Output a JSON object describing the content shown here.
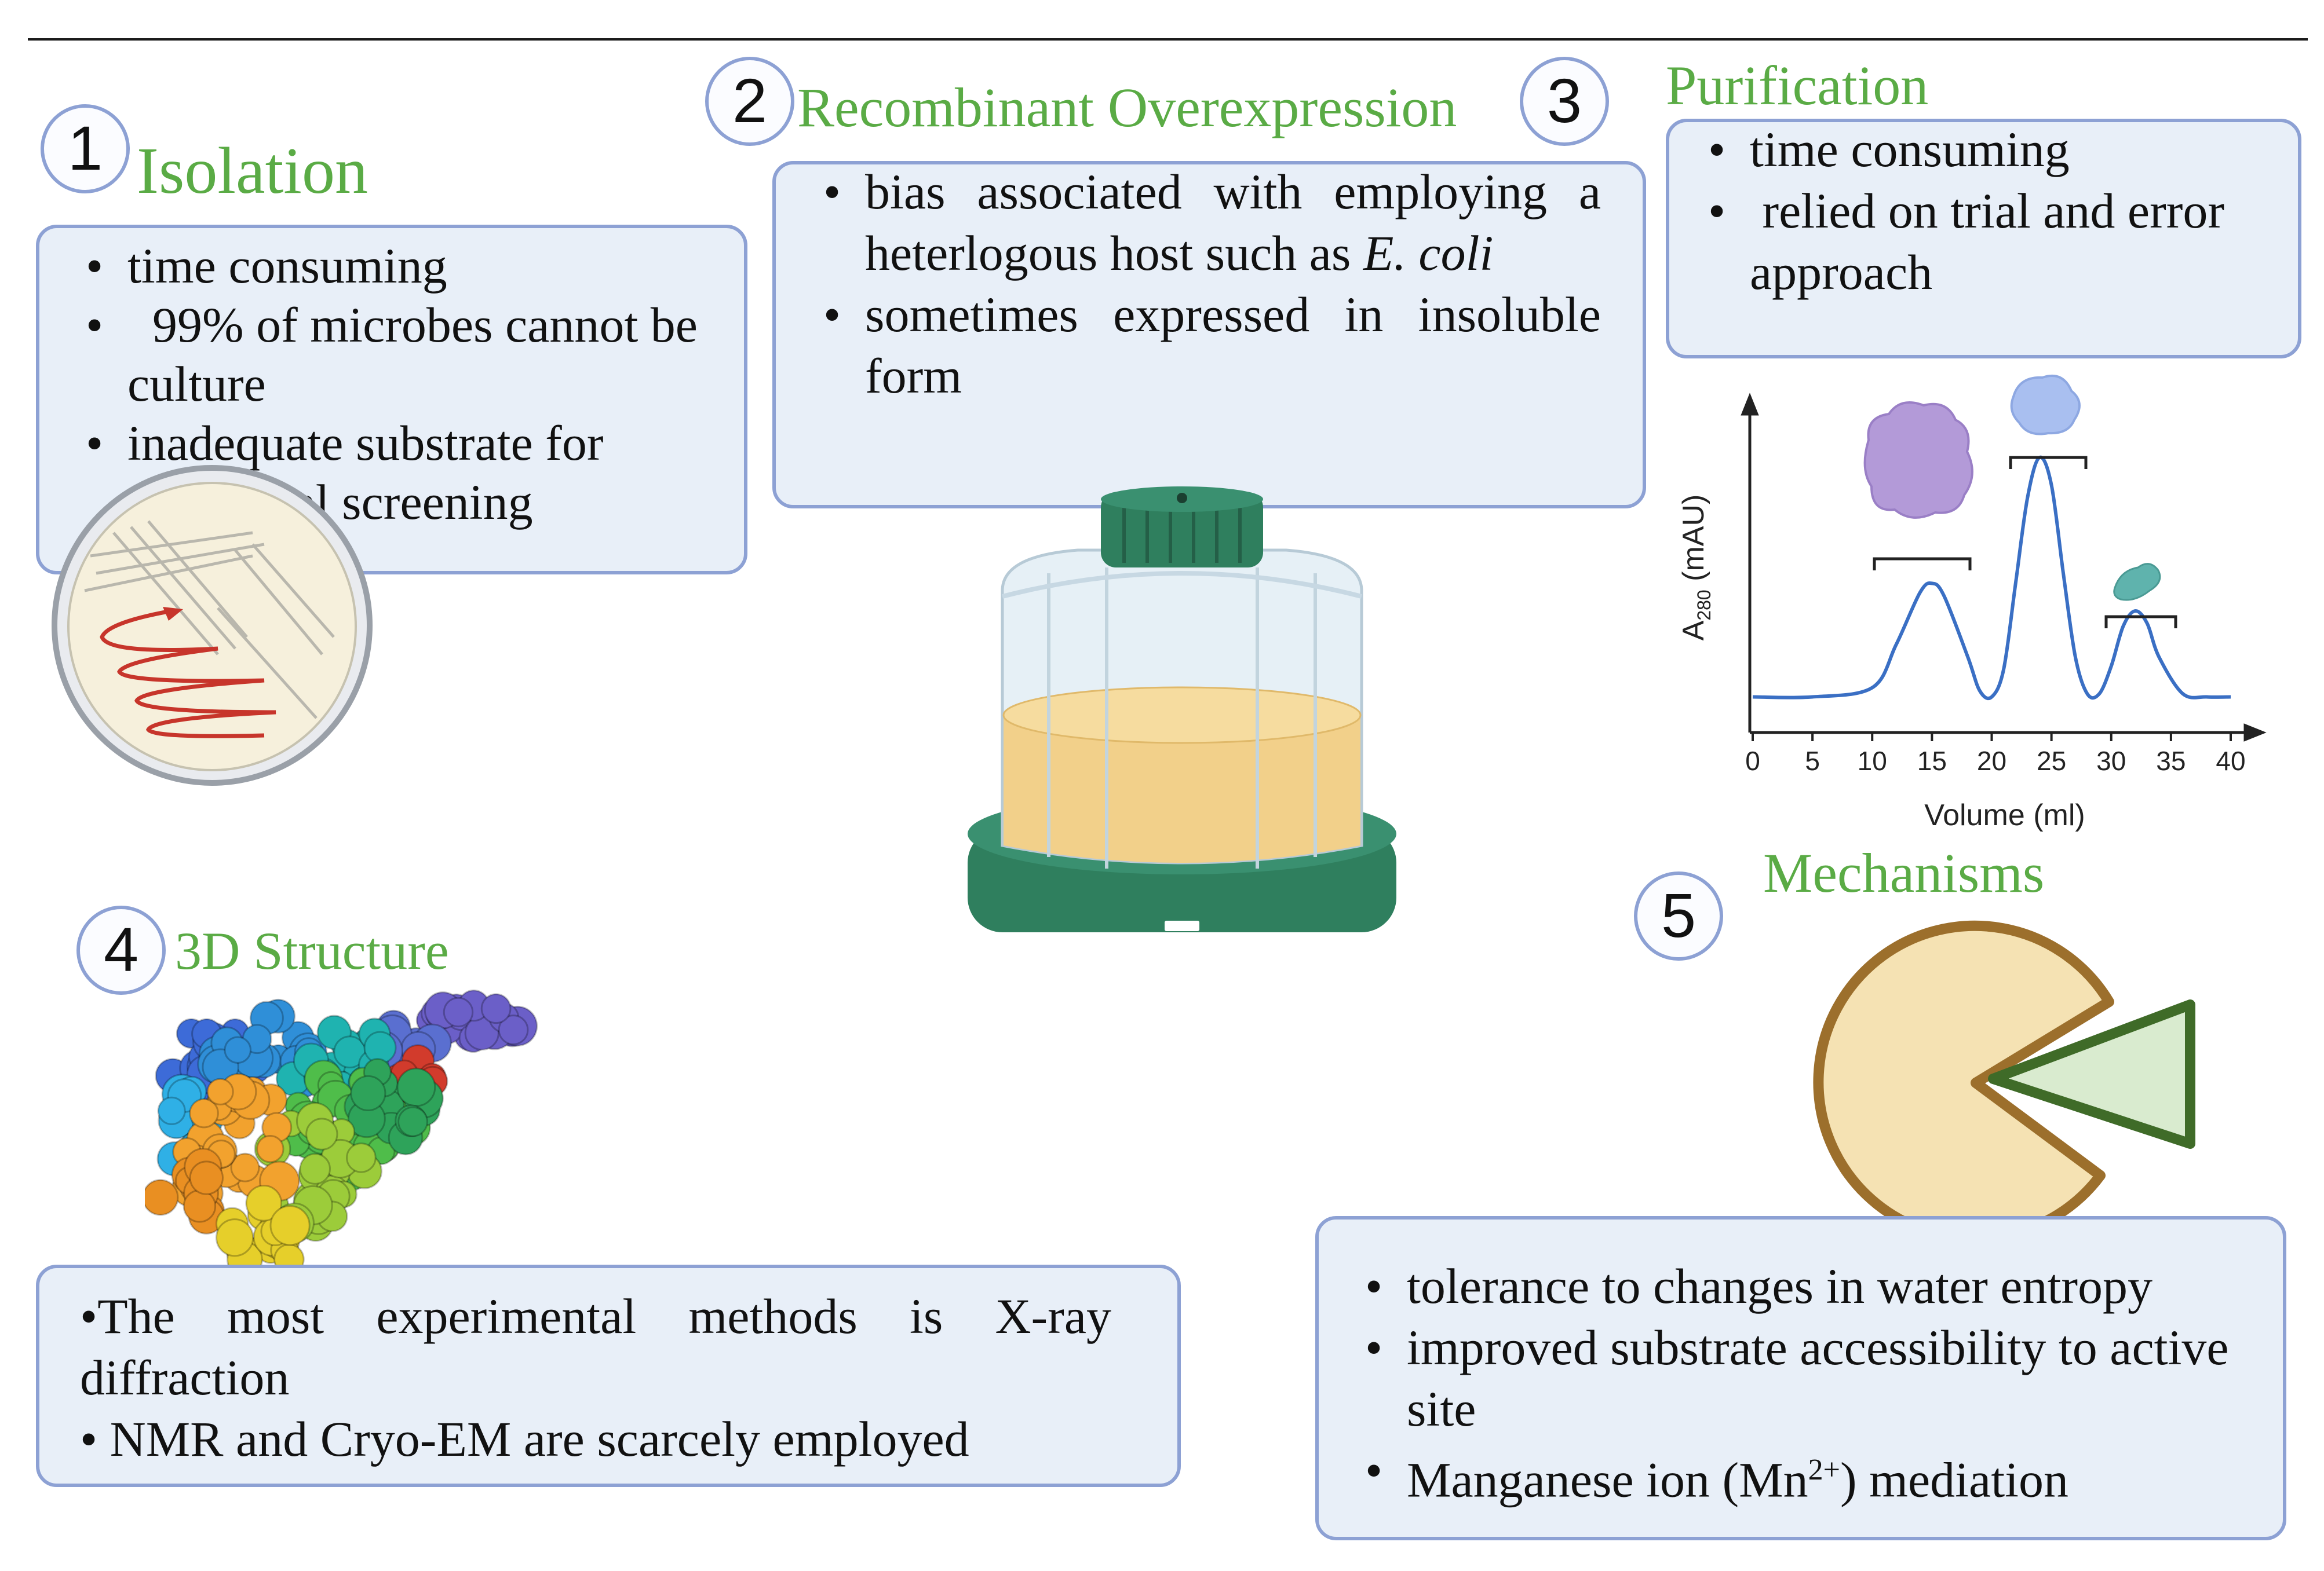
{
  "sections": {
    "isolation": {
      "number": "1",
      "title": "Isolation",
      "bullets": [
        "time consuming",
        "  99% of microbes cannot be culture",
        "inadequate substrate for functional screening"
      ]
    },
    "overexpression": {
      "number": "2",
      "title": "Recombinant Overexpression",
      "bullet1_text": "bias associated with employing a heterlogous host such as ",
      "bullet1_italic": "E. coli",
      "bullet2": "sometimes expressed in insoluble form"
    },
    "purification": {
      "number": "3",
      "title": "Purification",
      "bullets": [
        "time consuming",
        " relied on trial and error approach"
      ]
    },
    "structure": {
      "number": "4",
      "title": "3D Structure",
      "lines": [
        "•The most experimental methods is X-ray diffraction",
        "• NMR and Cryo-EM are scarcely employed"
      ]
    },
    "mechanisms": {
      "number": "5",
      "title": "Mechanisms",
      "bullets": [
        "tolerance to changes in water entropy",
        "improved substrate accessibility to active site"
      ],
      "bullet3_prefix": "Manganese ion (Mn",
      "bullet3_sup": "2+",
      "bullet3_suffix": ") mediation"
    }
  },
  "chart_data": {
    "type": "line",
    "xlabel": "Volume (ml)",
    "ylabel_main": "A",
    "ylabel_sub": "280",
    "ylabel_unit": " (mAU)",
    "x_ticks": [
      "0",
      "5",
      "10",
      "15",
      "20",
      "25",
      "30",
      "35",
      "40"
    ],
    "xlim": [
      0,
      40
    ],
    "ylim": [
      0,
      1
    ],
    "series": [
      {
        "x": [
          0,
          5,
          10,
          12,
          14,
          15,
          16,
          18,
          19,
          20,
          21,
          22,
          23,
          24,
          25,
          26,
          27,
          28,
          29,
          30,
          31,
          32,
          33,
          34,
          36,
          38,
          40
        ],
        "y": [
          0.05,
          0.05,
          0.08,
          0.22,
          0.39,
          0.42,
          0.38,
          0.18,
          0.07,
          0.05,
          0.14,
          0.42,
          0.7,
          0.83,
          0.74,
          0.45,
          0.18,
          0.06,
          0.06,
          0.15,
          0.28,
          0.33,
          0.29,
          0.18,
          0.06,
          0.05,
          0.05
        ],
        "color": "#3a6fc4"
      }
    ],
    "grid": false
  },
  "colors": {
    "title_green": "#5aab45",
    "box_fill": "#e8eff8",
    "box_border": "#8da1d4",
    "curve_blue": "#3a6fc4",
    "flask_green": "#2f7f5e",
    "medium_yellow": "#f2d08a",
    "pie_fill": "#f5e2b3",
    "pie_border": "#9c6f2c",
    "wedge_fill": "#d9ebcf",
    "wedge_border": "#3f6b28"
  }
}
